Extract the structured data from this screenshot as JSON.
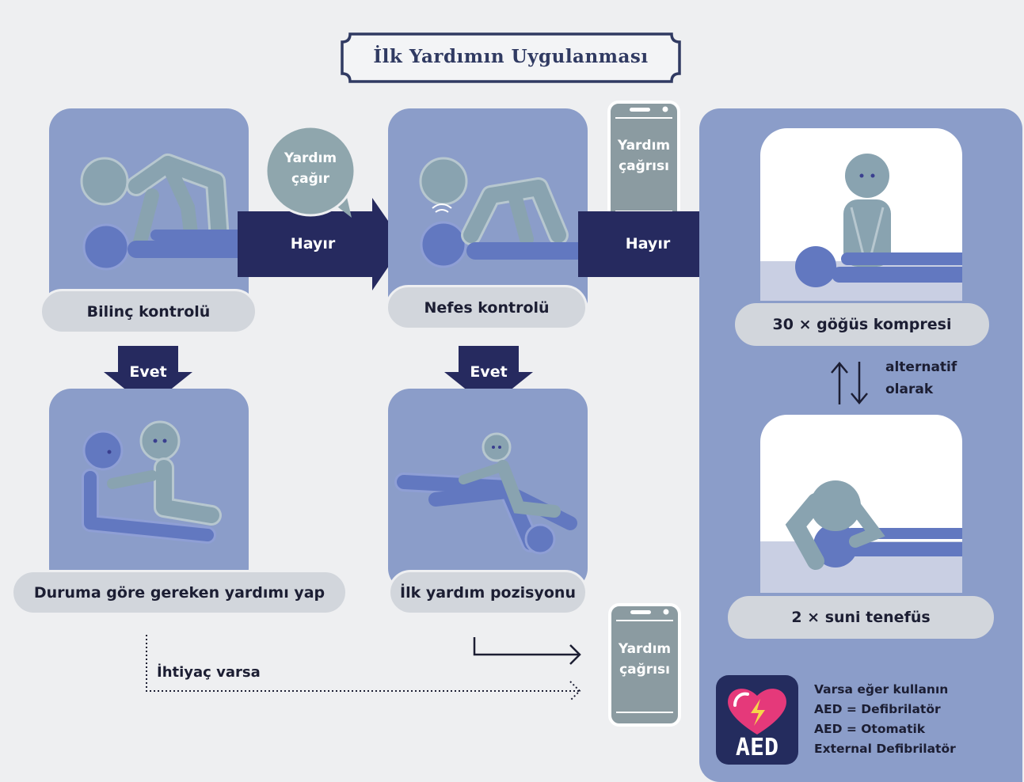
{
  "title": "İlk Yardımın Uygulanması",
  "steps": {
    "consciousness": "Bilinç kontrolü",
    "help_as_needed": "Duruma göre gereken yardımı yap",
    "breathing": "Nefes kontrolü",
    "recovery_position": "İlk yardım pozisyonu",
    "compressions": "30 × göğüs kompresi",
    "rescue_breaths": "2 × suni tenefüs"
  },
  "arrows": {
    "no_1": "Hayır",
    "no_2": "Hayır",
    "yes_1": "Evet",
    "yes_2": "Evet"
  },
  "bubble": {
    "line1": "Yardım",
    "line2": "çağır"
  },
  "phone_top": {
    "line1": "Yardım",
    "line2": "çağrısı"
  },
  "phone_bottom": {
    "line1": "Yardım",
    "line2": "çağrısı"
  },
  "alternate": {
    "line1": "alternatif",
    "line2": "olarak"
  },
  "if_needed": "İhtiyaç varsa",
  "aed": {
    "logo_text": "AED",
    "lines": [
      "Varsa eğer kullanın",
      "AED = Defibrilatör",
      "AED = Otomatik",
      "External Defibrilatör"
    ]
  },
  "colors": {
    "card": "#8b9dc9",
    "arrow": "#262a5f",
    "pill": "#d2d6dc",
    "figure_gray": "#89a3b0",
    "figure_blue": "#6278c0",
    "aed_bg": "#242c5e",
    "aed_heart": "#e5397a"
  }
}
